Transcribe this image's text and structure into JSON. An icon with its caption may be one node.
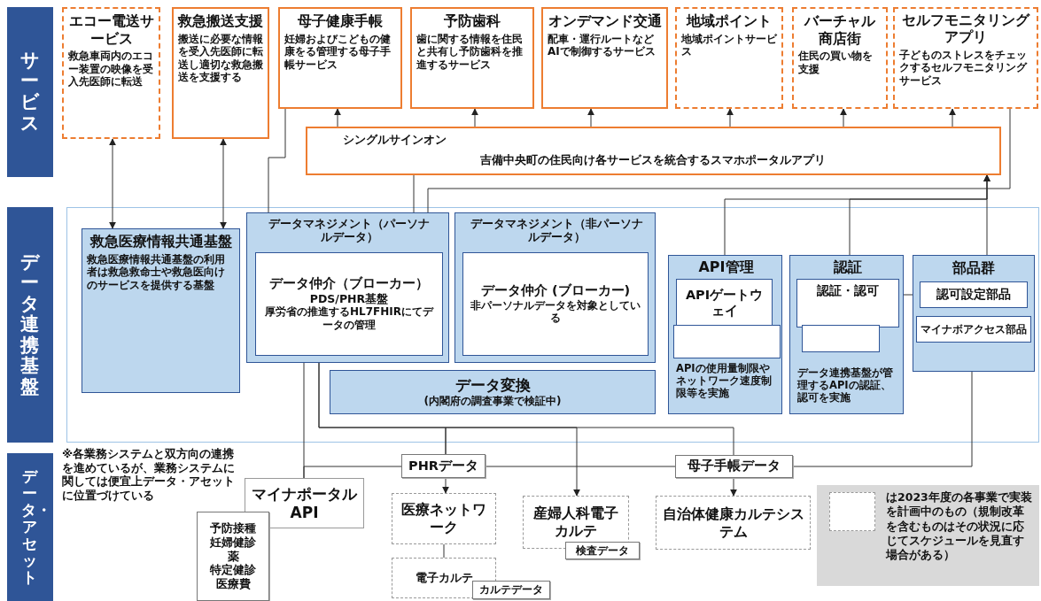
{
  "diagram": {
    "nodes": [
      {
        "text": [
          "サービス"
        ]
      },
      {
        "text": [
          "データ連携基盤"
        ]
      },
      {
        "text": [
          "データ・アセット"
        ]
      },
      {
        "text": [
          "エコー電送サービス",
          "救急車両内のエコー装置の映像を受入先医師に転送"
        ]
      },
      {
        "text": [
          "救急搬送支援",
          "搬送に必要な情報を受入先医師に転送し適切な救急搬送を支援する"
        ]
      },
      {
        "text": [
          "母子健康手帳",
          "妊婦およびこどもの健康をる管理する母子手帳サービス"
        ]
      },
      {
        "text": [
          "予防歯科",
          "歯に関する情報を住民と共有し予防歯科を推進するサービス"
        ]
      },
      {
        "text": [
          "オンデマンド交通",
          "配車・運行ルートなどAIで制御するサービス"
        ]
      },
      {
        "text": [
          "地域ポイント",
          "地域ポイントサービス"
        ]
      },
      {
        "text": [
          "バーチャル商店街",
          "住民の買い物を支援"
        ]
      },
      {
        "text": [
          "セルフモニタリングアプリ",
          "子どものストレスをチェックするセルフモニタリングサービス"
        ]
      },
      {
        "text": [
          "シングルサインオン",
          "吉備中央町の住民向け各サービスを統合するスマホポータルアプリ"
        ]
      },
      {
        "text": [
          "救急医療情報共通基盤",
          "救急医療情報共通基盤の利用者は救急救命士や救急医向けのサービスを提供する基盤"
        ]
      },
      {
        "text": [
          "データマネジメント（パーソナルデータ）"
        ]
      },
      {
        "text": [
          "データ仲介（ブローカー）",
          "PDS/PHR基盤",
          "厚労省の推進するHL7FHIRにてデータの管理"
        ],
        "in": 13
      },
      {
        "text": [
          "データマネジメント（非パーソナルデータ）"
        ]
      },
      {
        "text": [
          "データ仲介 (ブローカー)",
          "非パーソナルデータを対象としている"
        ],
        "in": 15
      },
      {
        "text": [
          "データ変換",
          "(内閣府の調査事業で検証中)"
        ]
      },
      {
        "text": [
          "API管理",
          "APIの使用量制限やネットワーク速度制限等を実施"
        ]
      },
      {
        "text": [
          "APIゲートウェイ"
        ],
        "in": 18
      },
      {
        "text": [],
        "shape": "box",
        "in": 18
      },
      {
        "text": [
          "認証",
          "データ連携基盤が管理するAPIの認証、認可を実施"
        ]
      },
      {
        "text": [
          "認証・認可"
        ],
        "in": 21
      },
      {
        "text": [],
        "shape": "box",
        "in": 21
      },
      {
        "text": [
          "部品群"
        ]
      },
      {
        "text": [
          "認可設定部品"
        ],
        "in": 24
      },
      {
        "text": [
          "マイナボアクセス部品"
        ],
        "in": 24
      },
      {
        "text": [
          "マイナポータルAPI"
        ]
      },
      {
        "text": [
          "予防接種",
          "妊婦健診",
          "薬",
          "特定健診",
          "医療費"
        ]
      },
      {
        "text": [
          "PHRデータ"
        ]
      },
      {
        "text": [
          "医療ネットワーク"
        ]
      },
      {
        "text": [
          "電子カルテ"
        ]
      },
      {
        "text": [
          "カルテデータ"
        ]
      },
      {
        "text": [
          "産婦人科電子カルテ"
        ]
      },
      {
        "text": [
          "検査データ"
        ]
      },
      {
        "text": [
          "母子手帳データ"
        ]
      },
      {
        "text": [
          "自治体健康カルテシステム"
        ]
      }
    ],
    "edges": [
      {
        "from": 12,
        "to": 3,
        "arrow": "both"
      },
      {
        "from": 12,
        "to": 4,
        "arrow": "both"
      },
      {
        "from": 5,
        "to": 14,
        "arrow": "to"
      },
      {
        "from": 11,
        "to": 14,
        "arrow": "to"
      },
      {
        "from": 10,
        "to": 14,
        "arrow": "to"
      },
      {
        "from": 11,
        "to": 5,
        "arrow": "to"
      },
      {
        "from": 11,
        "to": 6,
        "arrow": "to"
      },
      {
        "from": 11,
        "to": 7,
        "arrow": "to"
      },
      {
        "from": 11,
        "to": 8,
        "arrow": "to"
      },
      {
        "from": 11,
        "to": 9,
        "arrow": "to"
      },
      {
        "from": 11,
        "to": 10,
        "arrow": "to"
      },
      {
        "from": 18,
        "to": 11,
        "arrow": "to"
      },
      {
        "from": 21,
        "to": 11,
        "arrow": "to"
      },
      {
        "from": 24,
        "to": 11,
        "arrow": "to"
      },
      {
        "from": 22,
        "to": 25,
        "arrow": "to"
      },
      {
        "from": 27,
        "to": 14,
        "arrow": "to"
      },
      {
        "from": 27,
        "to": 29,
        "arrow": "none"
      },
      {
        "from": 29,
        "to": 14,
        "arrow": "to"
      },
      {
        "from": 29,
        "to": 30,
        "arrow": "to"
      },
      {
        "from": 29,
        "to": 33,
        "arrow": "to"
      },
      {
        "from": 35,
        "to": 14,
        "arrow": "to"
      },
      {
        "from": 35,
        "to": 36,
        "arrow": "to"
      },
      {
        "from": 26,
        "to": 35,
        "arrow": "none"
      },
      {
        "from": 29,
        "to": 35,
        "arrow": "none"
      },
      {
        "from": 30,
        "to": 31,
        "arrow": "none"
      }
    ],
    "labels": [
      "※各業務システムと双方向の連携を進めているが、業務システムに関しては便宜上データ・アセットに位置づけている"
    ],
    "legend": [
      {
        "text": "は2023年度の各事業で実装を計画中のもの（規制改革を含むものはその状況に応じてスケジュールを見直す場合がある）"
      }
    ]
  }
}
